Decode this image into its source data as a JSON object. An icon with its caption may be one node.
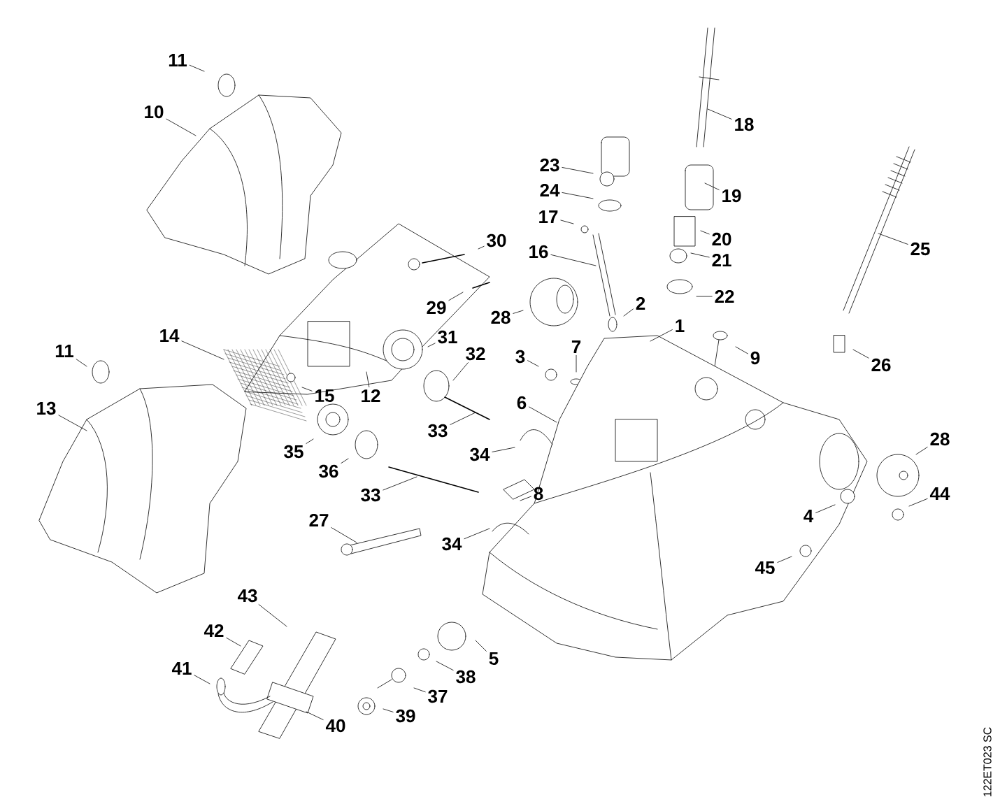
{
  "diagram": {
    "nodes": [
      {
        "text": [
          "11"
        ]
      },
      {
        "text": [
          "10"
        ]
      },
      {
        "text": [
          "18"
        ]
      },
      {
        "text": [
          "23"
        ]
      },
      {
        "text": [
          "19"
        ]
      },
      {
        "text": [
          "24"
        ]
      },
      {
        "text": [
          "17"
        ]
      },
      {
        "text": [
          "20"
        ]
      },
      {
        "text": [
          "25"
        ]
      },
      {
        "text": [
          "16"
        ]
      },
      {
        "text": [
          "30"
        ]
      },
      {
        "text": [
          "21"
        ]
      },
      {
        "text": [
          "22"
        ]
      },
      {
        "text": [
          "29"
        ]
      },
      {
        "text": [
          "2"
        ]
      },
      {
        "text": [
          "28"
        ]
      },
      {
        "text": [
          "31"
        ]
      },
      {
        "text": [
          "1"
        ]
      },
      {
        "text": [
          "14"
        ]
      },
      {
        "text": [
          "32"
        ]
      },
      {
        "text": [
          "3"
        ]
      },
      {
        "text": [
          "7"
        ]
      },
      {
        "text": [
          "9"
        ]
      },
      {
        "text": [
          "11"
        ]
      },
      {
        "text": [
          "26"
        ]
      },
      {
        "text": [
          "15"
        ]
      },
      {
        "text": [
          "12"
        ]
      },
      {
        "text": [
          "13"
        ]
      },
      {
        "text": [
          "6"
        ]
      },
      {
        "text": [
          "33"
        ]
      },
      {
        "text": [
          "34"
        ]
      },
      {
        "text": [
          "35"
        ]
      },
      {
        "text": [
          "36"
        ]
      },
      {
        "text": [
          "8"
        ]
      },
      {
        "text": [
          "33"
        ]
      },
      {
        "text": [
          "28"
        ]
      },
      {
        "text": [
          "44"
        ]
      },
      {
        "text": [
          "27"
        ]
      },
      {
        "text": [
          "34"
        ]
      },
      {
        "text": [
          "4"
        ]
      },
      {
        "text": [
          "45"
        ]
      },
      {
        "text": [
          "43"
        ]
      },
      {
        "text": [
          "5"
        ]
      },
      {
        "text": [
          "42"
        ]
      },
      {
        "text": [
          "38"
        ]
      },
      {
        "text": [
          "41"
        ]
      },
      {
        "text": [
          "37"
        ]
      },
      {
        "text": [
          "40"
        ]
      },
      {
        "text": [
          "39"
        ]
      }
    ],
    "edges": [
      {
        "from": 0,
        "to": null,
        "arrow": "none"
      },
      {
        "from": 1,
        "to": null,
        "arrow": "none"
      },
      {
        "from": 2,
        "to": null,
        "arrow": "none"
      },
      {
        "from": 3,
        "to": null,
        "arrow": "none"
      },
      {
        "from": 4,
        "to": null,
        "arrow": "none"
      },
      {
        "from": 5,
        "to": null,
        "arrow": "none"
      },
      {
        "from": 6,
        "to": null,
        "arrow": "none"
      },
      {
        "from": 7,
        "to": null,
        "arrow": "none"
      },
      {
        "from": 8,
        "to": null,
        "arrow": "none"
      },
      {
        "from": 9,
        "to": null,
        "arrow": "none"
      },
      {
        "from": 10,
        "to": null,
        "arrow": "none"
      },
      {
        "from": 11,
        "to": null,
        "arrow": "none"
      },
      {
        "from": 12,
        "to": null,
        "arrow": "none"
      },
      {
        "from": 13,
        "to": null,
        "arrow": "none"
      },
      {
        "from": 14,
        "to": null,
        "arrow": "none"
      },
      {
        "from": 15,
        "to": null,
        "arrow": "none"
      },
      {
        "from": 16,
        "to": null,
        "arrow": "none"
      },
      {
        "from": 17,
        "to": null,
        "arrow": "none"
      },
      {
        "from": 18,
        "to": null,
        "arrow": "none"
      },
      {
        "from": 19,
        "to": null,
        "arrow": "none"
      },
      {
        "from": 20,
        "to": null,
        "arrow": "none"
      },
      {
        "from": 21,
        "to": null,
        "arrow": "none"
      },
      {
        "from": 22,
        "to": null,
        "arrow": "none"
      },
      {
        "from": 23,
        "to": null,
        "arrow": "none"
      },
      {
        "from": 24,
        "to": null,
        "arrow": "none"
      },
      {
        "from": 25,
        "to": null,
        "arrow": "none"
      },
      {
        "from": 26,
        "to": null,
        "arrow": "none"
      },
      {
        "from": 27,
        "to": null,
        "arrow": "none"
      },
      {
        "from": 28,
        "to": null,
        "arrow": "none"
      },
      {
        "from": 29,
        "to": null,
        "arrow": "none"
      },
      {
        "from": 30,
        "to": null,
        "arrow": "none"
      },
      {
        "from": 31,
        "to": null,
        "arrow": "none"
      },
      {
        "from": 32,
        "to": null,
        "arrow": "none"
      },
      {
        "from": 33,
        "to": null,
        "arrow": "none"
      },
      {
        "from": 34,
        "to": null,
        "arrow": "none"
      },
      {
        "from": 35,
        "to": null,
        "arrow": "none"
      },
      {
        "from": 36,
        "to": null,
        "arrow": "none"
      },
      {
        "from": 37,
        "to": null,
        "arrow": "none"
      },
      {
        "from": 38,
        "to": null,
        "arrow": "none"
      },
      {
        "from": 39,
        "to": null,
        "arrow": "none"
      },
      {
        "from": 40,
        "to": null,
        "arrow": "none"
      },
      {
        "from": 41,
        "to": null,
        "arrow": "none"
      },
      {
        "from": 42,
        "to": null,
        "arrow": "none"
      },
      {
        "from": 43,
        "to": null,
        "arrow": "none"
      },
      {
        "from": 44,
        "to": null,
        "arrow": "none"
      },
      {
        "from": 45,
        "to": null,
        "arrow": "none"
      },
      {
        "from": 46,
        "to": null,
        "arrow": "none"
      },
      {
        "from": 47,
        "to": null,
        "arrow": "none"
      },
      {
        "from": 48,
        "to": null,
        "arrow": "none"
      }
    ],
    "labels": [
      "122ET023 SC"
    ]
  }
}
